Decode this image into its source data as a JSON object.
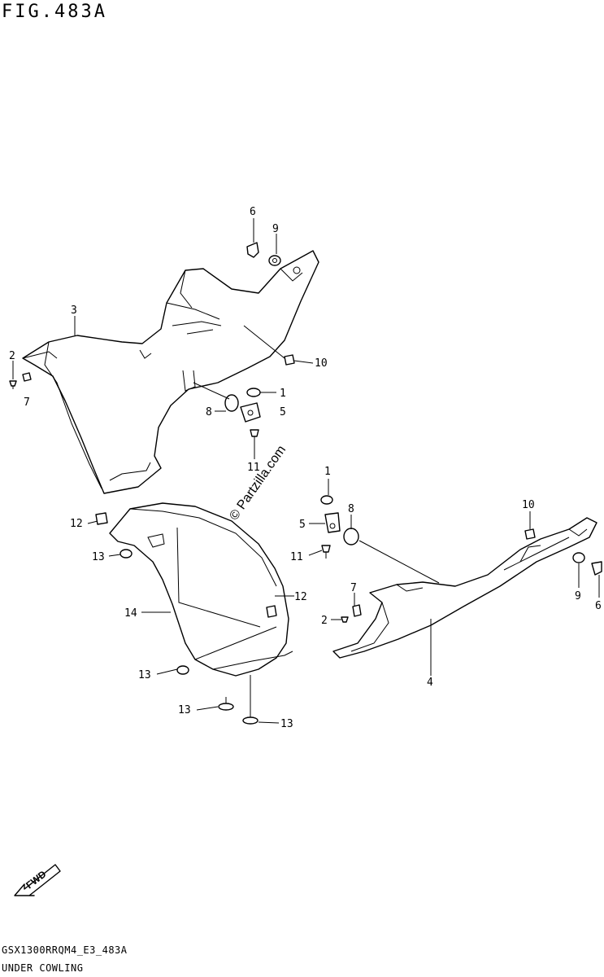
{
  "figure": {
    "title": "FIG.483A",
    "footer_code": "GSX1300RRQM4_E3_483A",
    "footer_name": "UNDER COWLING",
    "watermark": "© Partzilla.com",
    "fwd_label": "FWD"
  },
  "callouts": {
    "c1a": "1",
    "c1b": "1",
    "c2a": "2",
    "c2b": "2",
    "c3": "3",
    "c4": "4",
    "c5a": "5",
    "c5b": "5",
    "c6a": "6",
    "c6b": "6",
    "c7a": "7",
    "c7b": "7",
    "c8a": "8",
    "c8b": "8",
    "c9a": "9",
    "c9b": "9",
    "c10a": "10",
    "c10b": "10",
    "c11a": "11",
    "c11b": "11",
    "c12a": "12",
    "c12b": "12",
    "c13a": "13",
    "c13b": "13",
    "c13c": "13",
    "c13d": "13",
    "c14": "14"
  }
}
